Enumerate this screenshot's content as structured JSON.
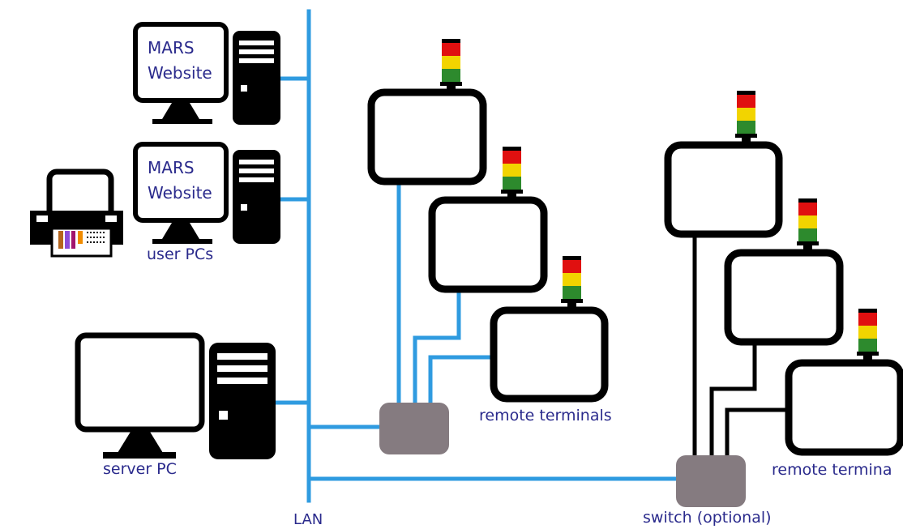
{
  "labels": {
    "screen_text_line1": "MARS",
    "screen_text_line2": "Website",
    "user_pcs": "user PCs",
    "server_pc": "server PC",
    "lan": "LAN",
    "remote_terminals": "remote terminals",
    "remote_terminals_clipped": "remote termina",
    "switch_optional": "switch (optional)"
  },
  "colors": {
    "lan_blue": "#2f9be0",
    "hardware_black": "#000000",
    "switch_gray": "#857b80",
    "label_text": "#2a2a8c",
    "light_red": "#e01010",
    "light_yellow": "#f2d400",
    "light_green": "#2d8a2d"
  },
  "icons": {
    "monitor": "monitor-icon",
    "tower": "pc-tower-icon",
    "printer": "printer-icon",
    "terminal": "remote-terminal-icon",
    "signal": "signal-tower-light-icon",
    "switch": "network-switch-icon"
  }
}
